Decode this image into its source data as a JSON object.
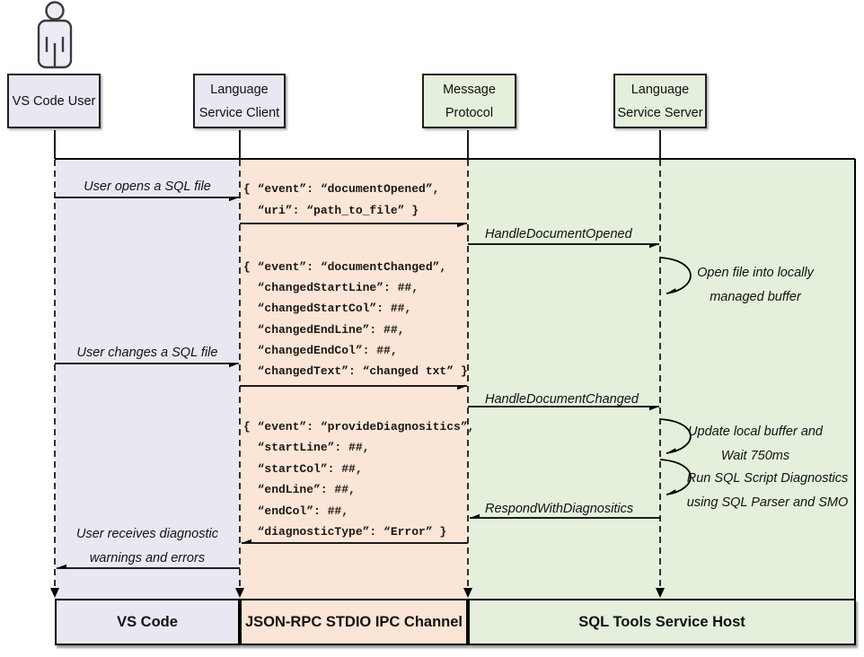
{
  "actors": [
    {
      "lines": [
        "VS Code User"
      ]
    },
    {
      "lines": [
        "Language",
        "Service Client"
      ]
    },
    {
      "lines": [
        "Message",
        "Protocol"
      ]
    },
    {
      "lines": [
        "Language",
        "Service Server"
      ]
    }
  ],
  "lanes": [
    {
      "label": "VS Code",
      "color": "#e9e8f2"
    },
    {
      "label": "JSON-RPC STDIO IPC Channel",
      "color": "#fbe5d6"
    },
    {
      "label": "SQL Tools Service Host",
      "color": "#e4efdc"
    }
  ],
  "messages": {
    "user_opens": "User opens a SQL file",
    "handle_document_opened": "HandleDocumentOpened",
    "user_changes": "User changes a SQL file",
    "handle_document_changed": "HandleDocumentChanged",
    "respond_with_diagnositics": "RespondWithDiagnositics",
    "user_receives": [
      "User receives diagnostic",
      "warnings and errors"
    ]
  },
  "notes": [
    {
      "lines": [
        "Open file into locally",
        "managed buffer"
      ]
    },
    {
      "lines": [
        "Update local buffer and",
        "Wait 750ms"
      ]
    },
    {
      "lines": [
        "Run SQL Script Diagnostics",
        "using SQL Parser and SMO"
      ]
    }
  ],
  "payloads": [
    {
      "lines": [
        "{ “event”: “documentOpened”,",
        "  “uri”: “path_to_file” }"
      ]
    },
    {
      "lines": [
        "{ “event”: “documentChanged”,",
        "  “changedStartLine”: ##,",
        "  “changedStartCol”: ##,",
        "  “changedEndLine”: ##,",
        "  “changedEndCol”: ##,",
        "  “changedText”: “changed txt” }"
      ]
    },
    {
      "lines": [
        "{ “event”: “provideDiagnositics”,",
        "  “startLine”: ##,",
        "  “startCol”: ##,",
        "  “endLine”: ##,",
        "  “endCol”: ##,",
        "  “diagnosticType”: “Error” }"
      ]
    }
  ],
  "colors": {
    "line": "#000000",
    "lavender": "#e9e8f2",
    "peach": "#fbe5d6",
    "green": "#e4efdc"
  }
}
